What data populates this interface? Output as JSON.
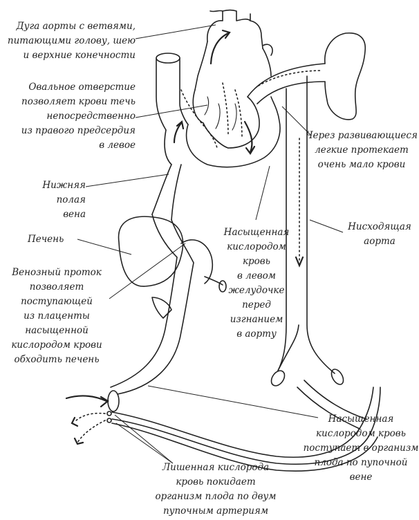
{
  "labels": {
    "aortic_arch": "Дуга аорты с ветвями,\nпитающими голову, шею\nи верхние конечности",
    "foramen_ovale": "Овальное отверстие\nпозволяет крови течь\nнепосредственно\nиз правого предсердия\nв левое",
    "lungs": "Через развивающиеся\nлегкие протекает\nочень мало крови",
    "ivc": "Нижняя полая\nвена",
    "liver": "Печень",
    "descending_aorta": "Нисходящая\nаорта",
    "left_ventricle": "Насыщенная\nкислородом\nкровь\nв левом\nжелудочке\nперед\nизгнанием\nв аорту",
    "ductus_venosus": "Венозный проток\nпозволяет\nпоступающей\nиз плаценты\nнасыщенной\nкислородом крови\nобходить печень",
    "umbilical_vein": "Насыщенная\nкислородом кровь\nпоступает в организм\nплода по пупочной вене",
    "umbilical_arteries": "Лишенная кислорода\nкровь покидает\nорганизм плода по двум\nпупочным артериям"
  },
  "colors": {
    "line": "#222222",
    "background": "#ffffff"
  }
}
